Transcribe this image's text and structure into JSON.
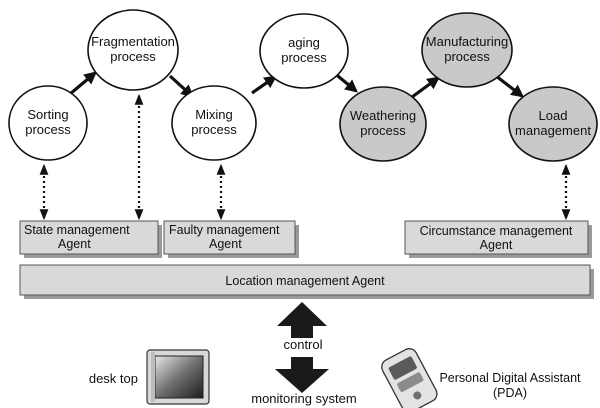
{
  "processes": {
    "sorting": [
      "Sorting",
      "process"
    ],
    "fragmentation": [
      "Fragmentation",
      "process"
    ],
    "mixing": [
      "Mixing",
      "process"
    ],
    "aging": [
      "aging",
      "process"
    ],
    "weathering": [
      "Weathering",
      "process"
    ],
    "manufacturing": [
      "Manufacturing",
      "process"
    ],
    "load": [
      "Load",
      "management"
    ]
  },
  "agents": {
    "state": [
      "State management",
      "Agent"
    ],
    "faulty": [
      "Faulty management",
      "Agent"
    ],
    "circumstance": [
      "Circumstance management",
      "Agent"
    ],
    "location": "Location management Agent"
  },
  "control": {
    "control_label": "control",
    "monitoring_label": "monitoring system"
  },
  "devices": {
    "desktop_label": "desk top",
    "pda_label": [
      "Personal Digital Assistant",
      "(PDA)"
    ]
  },
  "colors": {
    "white_node": "#ffffff",
    "gray_node": "#c9c9c9",
    "agent_box": "#d9d9d9",
    "arrow": "#111111"
  }
}
